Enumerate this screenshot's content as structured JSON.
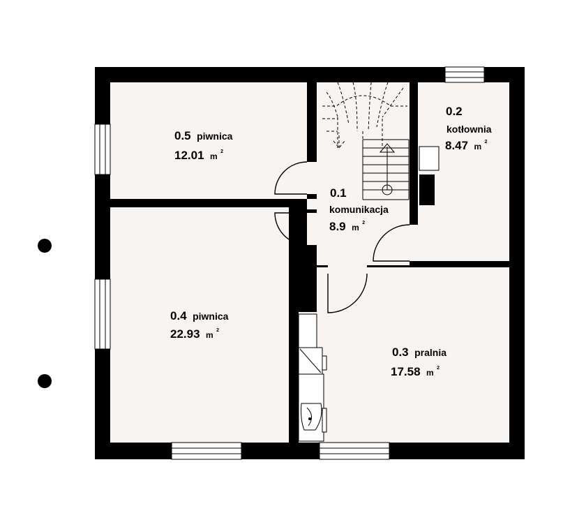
{
  "rooms": [
    {
      "id": "r05",
      "number": "0.5",
      "name": "piwnica",
      "area": "12.01",
      "unit": "m",
      "sup": "2"
    },
    {
      "id": "r02",
      "number": "0.2",
      "name": "kotłownia",
      "area": "8.47",
      "unit": "m",
      "sup": "2"
    },
    {
      "id": "r01",
      "number": "0.1",
      "name": "komunikacja",
      "area": "8.9",
      "unit": "m",
      "sup": "2"
    },
    {
      "id": "r04",
      "number": "0.4",
      "name": "piwnica",
      "area": "22.93",
      "unit": "m",
      "sup": "2"
    },
    {
      "id": "r03",
      "number": "0.3",
      "name": "pralnia",
      "area": "17.58",
      "unit": "m",
      "sup": "2"
    }
  ]
}
